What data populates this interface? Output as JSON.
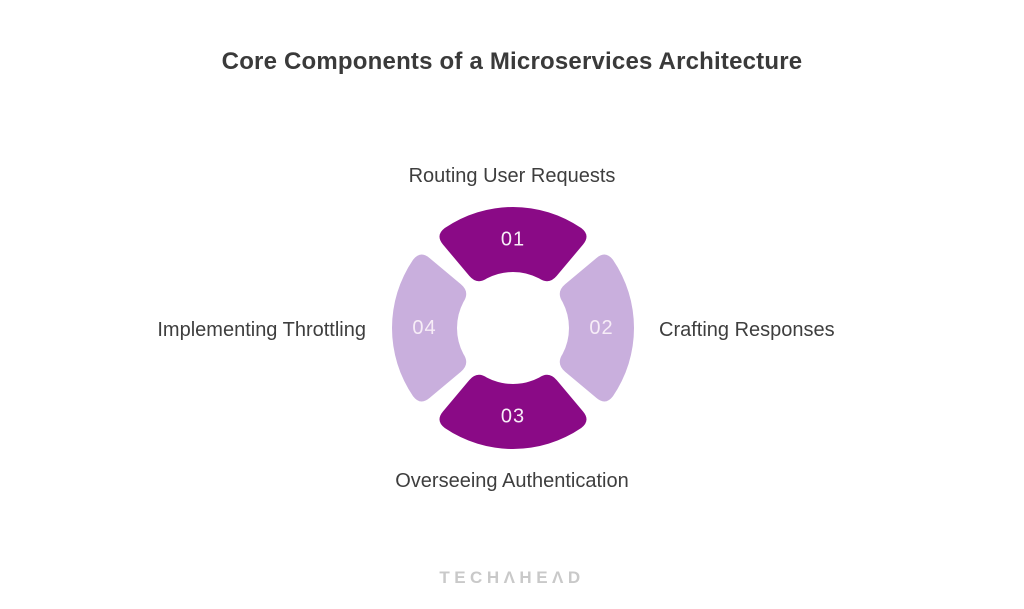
{
  "title": "Core Components of a Microservices Architecture",
  "diagram": {
    "type": "segmented-donut-cycle",
    "number_text_color": "#F7EDF7",
    "segments": [
      {
        "number": "01",
        "label": "Routing User Requests",
        "position": "top",
        "color": "#8A0A86"
      },
      {
        "number": "02",
        "label": "Crafting Responses",
        "position": "right",
        "color": "#C9AFDD"
      },
      {
        "number": "03",
        "label": "Overseeing Authentication",
        "position": "bottom",
        "color": "#8A0A86"
      },
      {
        "number": "04",
        "label": "Implementing Throttling",
        "position": "left",
        "color": "#C9AFDD"
      }
    ]
  },
  "footer": {
    "logo_text": "TECHAHEAD",
    "logo_color": "#C9C9C9"
  },
  "colors": {
    "background": "#FFFFFF",
    "title_text": "#3A3A3A",
    "label_text": "#3E3E3E"
  }
}
